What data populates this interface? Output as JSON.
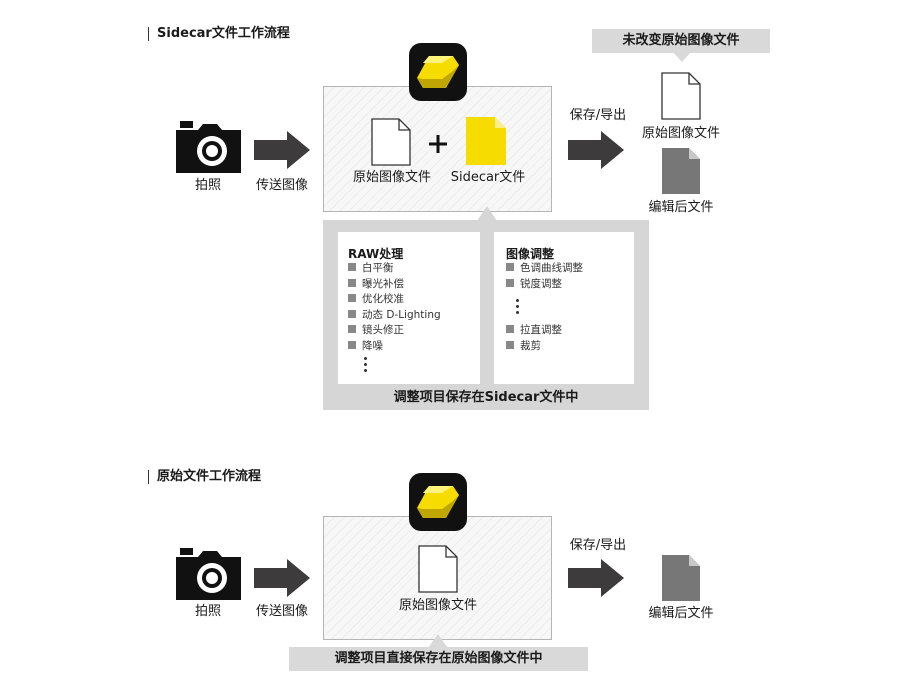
{
  "workflow_sidecar": {
    "title": "Sidecar文件工作流程",
    "shoot_label": "拍照",
    "transfer_label": "传送图像",
    "original_file_label": "原始图像文件",
    "sidecar_file_label": "Sidecar文件",
    "save_export_label": "保存/导出",
    "unchanged_banner": "未改变原始图像文件",
    "result_original_label": "原始图像文件",
    "result_edited_label": "编辑后文件",
    "raw_panel": {
      "title": "RAW处理",
      "items": [
        "白平衡",
        "曝光补偿",
        "优化校准",
        "动态 D-Lighting",
        "镜头修正",
        "降噪"
      ]
    },
    "adjust_panel": {
      "title": "图像调整",
      "items_top": [
        "色调曲线调整",
        "锐度调整"
      ],
      "items_bottom": [
        "拉直调整",
        "裁剪"
      ]
    },
    "caption": "调整项目保存在Sidecar文件中"
  },
  "workflow_original": {
    "title": "原始文件工作流程",
    "shoot_label": "拍照",
    "transfer_label": "传送图像",
    "original_file_label": "原始图像文件",
    "save_export_label": "保存/导出",
    "result_edited_label": "编辑后文件",
    "caption": "调整项目直接保存在原始图像文件中"
  },
  "colors": {
    "accent_yellow": "#f6dc00",
    "edited_file_gray": "#777777",
    "arrow": "#3d3b3b",
    "box_border": "#b5b5b5"
  },
  "icons": [
    "camera-icon",
    "arrow-right-icon",
    "document-icon",
    "sidecar-document-icon",
    "app-icon",
    "edited-document-icon",
    "plus-icon"
  ]
}
